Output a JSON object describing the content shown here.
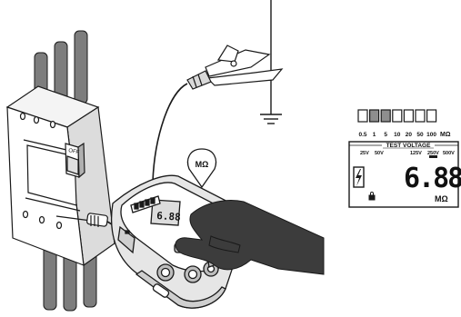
{
  "breaker": {
    "off_label": "OFF"
  },
  "pointer_bubble": {
    "unit": "MΩ"
  },
  "scale_indicator": {
    "boxes": [
      {
        "label": "0.5",
        "fill": "#ffffff"
      },
      {
        "label": "1",
        "fill": "#8e8e8e"
      },
      {
        "label": "5",
        "fill": "#8e8e8e"
      },
      {
        "label": "10",
        "fill": "#ffffff"
      },
      {
        "label": "20",
        "fill": "#ffffff"
      },
      {
        "label": "50",
        "fill": "#ffffff"
      },
      {
        "label": "100",
        "fill": "#ffffff"
      }
    ],
    "unit": "MΩ"
  },
  "display": {
    "test_voltage_label": "TEST VOLTAGE",
    "voltages_left": [
      "25V",
      "50V"
    ],
    "voltages_right": [
      "125V",
      "250V",
      "500V"
    ],
    "reading": "6.88",
    "unit": "MΩ"
  },
  "meter_screen": {
    "reading": "6.88"
  },
  "colors": {
    "outline": "#1a1a1a",
    "glove": "#3c3c3c",
    "bar_gray": "#7d7d7d",
    "meter_body": "#e6e6e6"
  }
}
